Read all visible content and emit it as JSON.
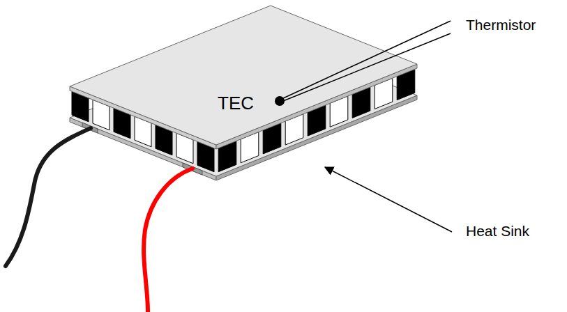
{
  "diagram": {
    "labels": [
      "Thermistor",
      "TEC",
      "Heat Sink"
    ]
  }
}
